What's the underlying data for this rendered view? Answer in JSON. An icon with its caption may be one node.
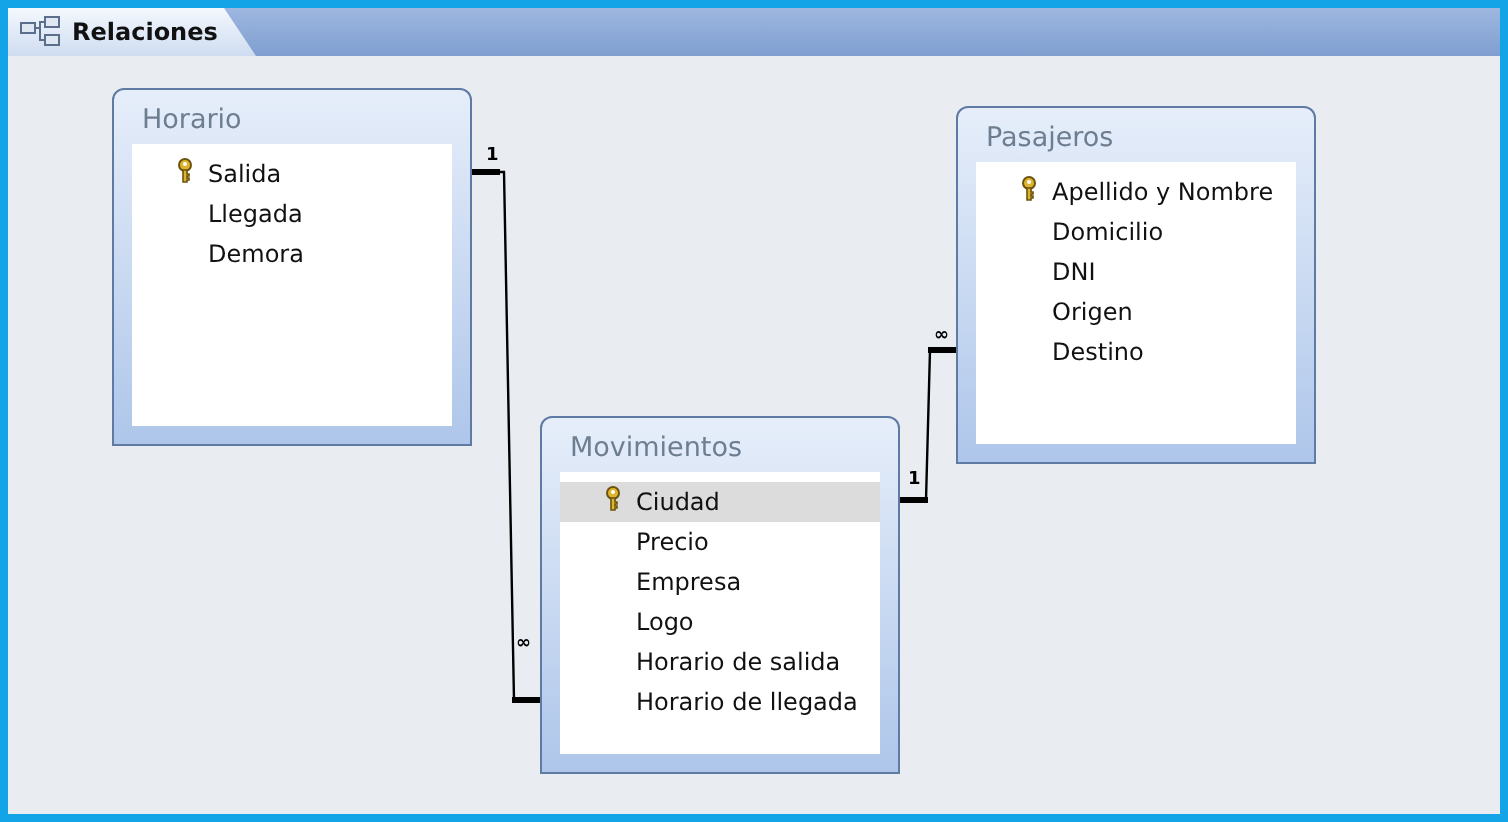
{
  "diagram": {
    "title": "Relaciones",
    "nodes": [
      {
        "text": [
          "Horario",
          "Salida",
          "Llegada",
          "Demora"
        ]
      },
      {
        "text": [
          "Pasajeros",
          "Apellido y Nombre",
          "Domicilio",
          "DNI",
          "Origen",
          "Destino"
        ]
      },
      {
        "text": [
          "Movimientos",
          "Ciudad",
          "Precio",
          "Empresa",
          "Logo",
          "Horario de salida",
          "Horario de llegada"
        ]
      }
    ],
    "edges": [
      {
        "from": 0,
        "to": 2,
        "arrow": "other"
      },
      {
        "from": 2,
        "to": 1,
        "arrow": "other"
      }
    ],
    "labels": [
      "1",
      "∞",
      "1",
      "∞"
    ]
  }
}
